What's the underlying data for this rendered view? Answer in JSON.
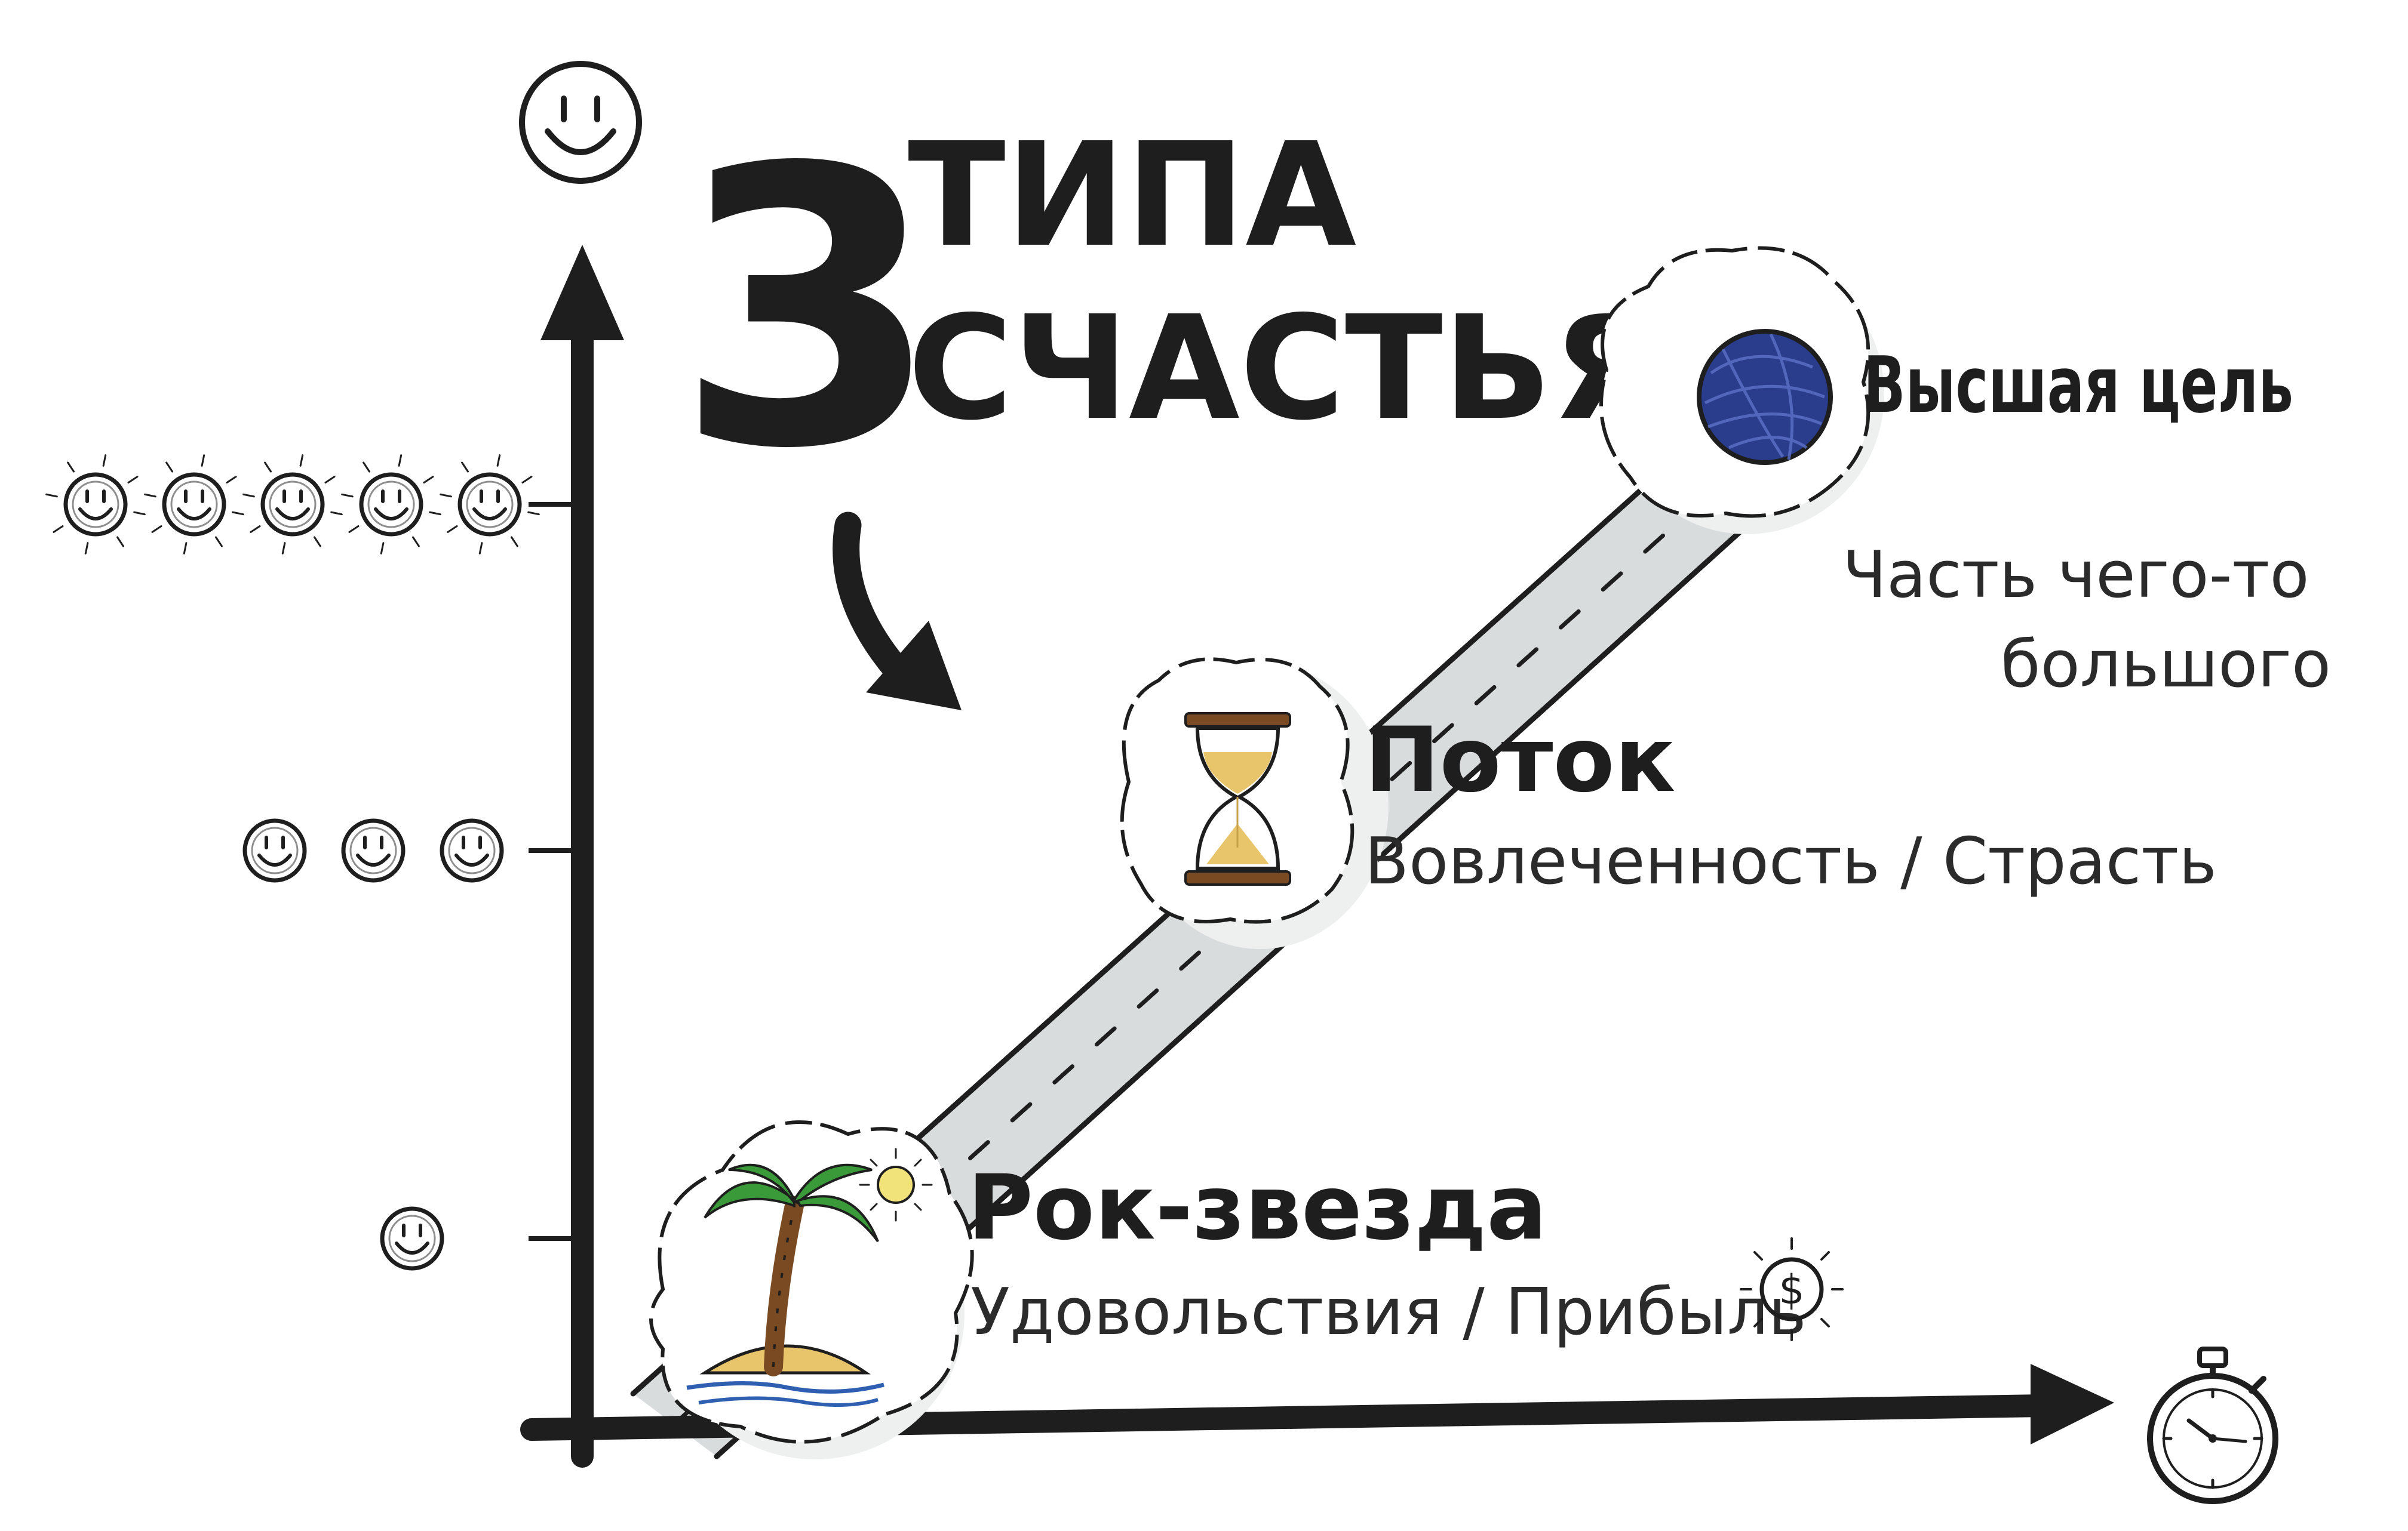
{
  "title": {
    "number": "3",
    "line1": "ТИПА",
    "line2": "СЧАСТЬЯ"
  },
  "levels": [
    {
      "name": "Рок-звезда",
      "subtitle": "Удовольствия / Прибыль",
      "icon": "palm-island-icon",
      "happiness_faces": 1
    },
    {
      "name": "Поток",
      "subtitle": "Вовлеченность / Страсть",
      "icon": "hourglass-icon",
      "happiness_faces": 3
    },
    {
      "name": "Высшая цель",
      "subtitle_line1": "Часть чего-то",
      "subtitle_line2": "большого",
      "icon": "earth-globe-icon",
      "happiness_faces": 5
    }
  ],
  "axes": {
    "y_icon": "smiley-icon",
    "x_icon": "stopwatch-icon",
    "extra_icon": "dollar-coin-icon"
  },
  "colors": {
    "ink": "#1e1e1e",
    "road": "#d9dcdc",
    "sand": "#e8c46a",
    "palm": "#3a9a3a",
    "trunk": "#7a4a22",
    "water": "#2f5fb0",
    "globe": "#2a3c8c",
    "sun": "#f1e27a"
  }
}
